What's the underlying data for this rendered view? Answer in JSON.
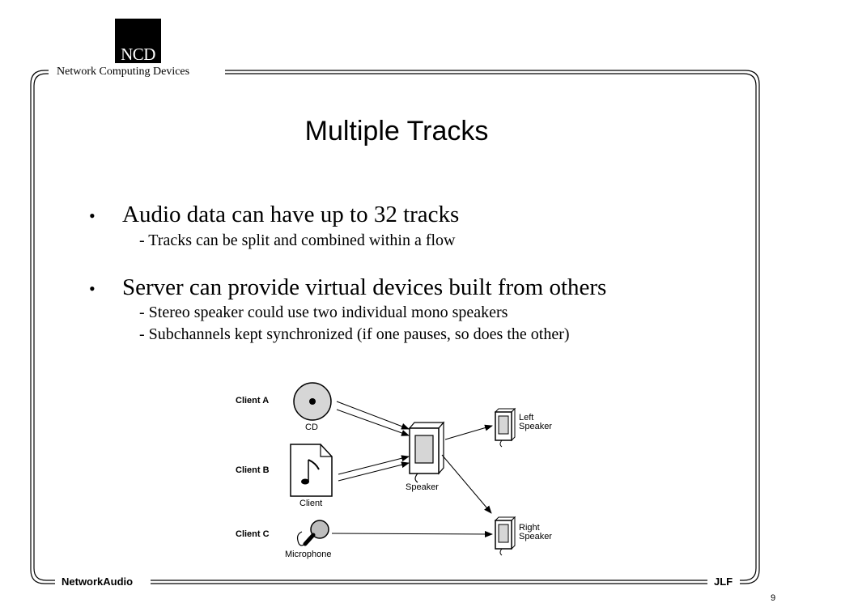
{
  "header": {
    "logo_text": "NCD",
    "company": "Network Computing Devices"
  },
  "slide": {
    "title": "Multiple Tracks",
    "bullets": [
      {
        "text": "Audio data can have up to 32 tracks",
        "subs": [
          "- Tracks can be split and combined within a flow"
        ]
      },
      {
        "text": "Server can provide virtual devices built from others",
        "subs": [
          "- Stereo speaker could use two individual mono speakers",
          "- Subchannels kept synchronized (if one pauses, so does the other)"
        ]
      }
    ],
    "bullet_symbol": "•"
  },
  "diagram": {
    "clients": [
      "Client A",
      "Client B",
      "Client C"
    ],
    "sources": [
      "CD",
      "Client",
      "Microphone"
    ],
    "virtual_device": "Speaker",
    "outputs": [
      {
        "line1": "Left",
        "line2": "Speaker"
      },
      {
        "line1": "Right",
        "line2": "Speaker"
      }
    ]
  },
  "footer": {
    "left": "NetworkAudio",
    "right": "JLF",
    "page": "9"
  }
}
